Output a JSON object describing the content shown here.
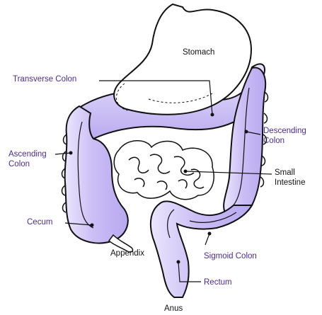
{
  "labels": {
    "stomach": "Stomach",
    "transverse_colon": "Transverse Colon",
    "descending_colon": [
      "Descending",
      "Colon"
    ],
    "ascending_colon": [
      "Ascending",
      "Colon"
    ],
    "small_intestine": [
      "Small",
      "Intestine"
    ],
    "cecum": "Cecum",
    "appendix": "Appendix",
    "sigmoid_colon": "Sigmoid Colon",
    "rectum": "Rectum",
    "anus": "Anus"
  },
  "colors": {
    "colon_fill": "#c4b6f3",
    "colon_fill_light": "#ebe6fd",
    "outline": "#111111",
    "colon_label": "#4a2a9a",
    "organ_label": "#111111"
  }
}
